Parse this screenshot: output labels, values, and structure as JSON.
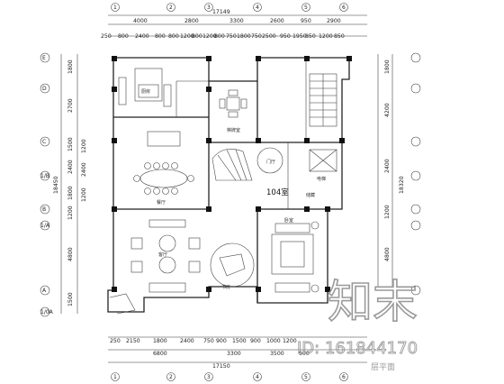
{
  "top_dims": {
    "total": "17149",
    "row1": [
      "4000",
      "2800",
      "3300",
      "2600",
      "950",
      "2900"
    ],
    "row2": [
      "250",
      "800",
      "2400",
      "800",
      "800",
      "1200",
      "800",
      "1200",
      "800",
      "750",
      "1800",
      "750",
      "2500",
      "950",
      "1950",
      "850",
      "1200",
      "850"
    ]
  },
  "bottom_dims": {
    "row1": [
      "250",
      "2150",
      "1800",
      "2400",
      "750",
      "900",
      "1500",
      "900",
      "1000",
      "1200"
    ],
    "row2": [
      "6800",
      "3300",
      "3500",
      "900"
    ],
    "total": "17150"
  },
  "left_dims": [
    "1800",
    "2700",
    "1500",
    "2400",
    "1800",
    "1200",
    "4800",
    "1500"
  ],
  "left_total": "18450",
  "right_dims": [
    "1800",
    "4200",
    "2400",
    "1200",
    "4800"
  ],
  "right_total": "18320",
  "left_dims_b": [
    "1200",
    "2400",
    "1200"
  ],
  "axes_left": [
    "E",
    "D",
    "C",
    "1/B",
    "B",
    "1/A",
    "A",
    "1/0A"
  ],
  "axes_top": [
    "1",
    "2",
    "3",
    "4",
    "5",
    "6"
  ],
  "axes_bottom": [
    "1",
    "2",
    "3",
    "4",
    "5",
    "6"
  ],
  "room_labels": {
    "kitchen": "厨房",
    "mahjong": "棋牌室",
    "dining": "餐厅",
    "living": "客厅",
    "elevator": "电梯",
    "foyer": "门厅",
    "study": "书房",
    "bedroom": "卧室",
    "storage": "储藏",
    "room104": "104室"
  },
  "watermark": {
    "logo": "知末",
    "id": "ID: 161844170",
    "caption": "层平面"
  }
}
